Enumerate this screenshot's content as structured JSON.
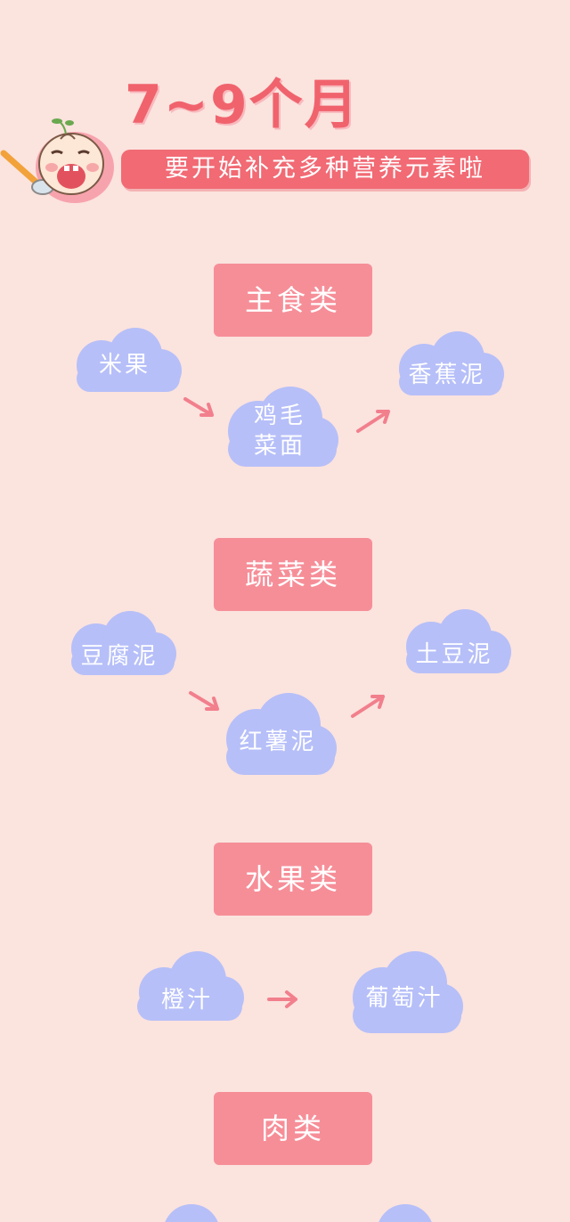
{
  "header": {
    "title": "7~9个月",
    "subtitle": "要开始补充多种营养元素啦"
  },
  "colors": {
    "background": "#fbe3de",
    "title": "#f0636d",
    "category_box": "#f68e98",
    "cloud": "#b6bff8",
    "arrow": "#f27f8c"
  },
  "sections": [
    {
      "category": "主食类",
      "items": [
        {
          "label": "米果"
        },
        {
          "label": "鸡毛\n菜面"
        },
        {
          "label": "香蕉泥"
        }
      ]
    },
    {
      "category": "蔬菜类",
      "items": [
        {
          "label": "豆腐泥"
        },
        {
          "label": "红薯泥"
        },
        {
          "label": "土豆泥"
        }
      ]
    },
    {
      "category": "水果类",
      "items": [
        {
          "label": "橙汁"
        },
        {
          "label": "葡萄汁"
        }
      ]
    },
    {
      "category": "肉类",
      "items": []
    }
  ]
}
